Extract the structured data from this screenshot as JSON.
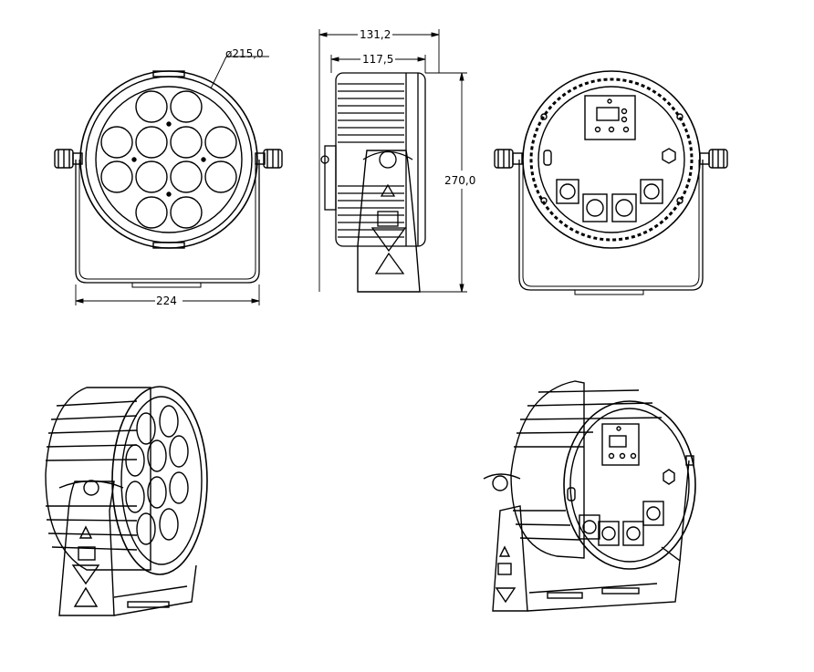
{
  "dimensions": {
    "diameter": "ø215,0",
    "width": "224",
    "depth_total": "131,2",
    "depth_body": "117,5",
    "height": "270,0"
  },
  "views": {
    "front": "front-view",
    "side": "side-view",
    "rear": "rear-view",
    "iso_front": "isometric-front-view",
    "iso_rear": "isometric-rear-view"
  },
  "colors": {
    "line": "#000000",
    "background": "#ffffff"
  }
}
